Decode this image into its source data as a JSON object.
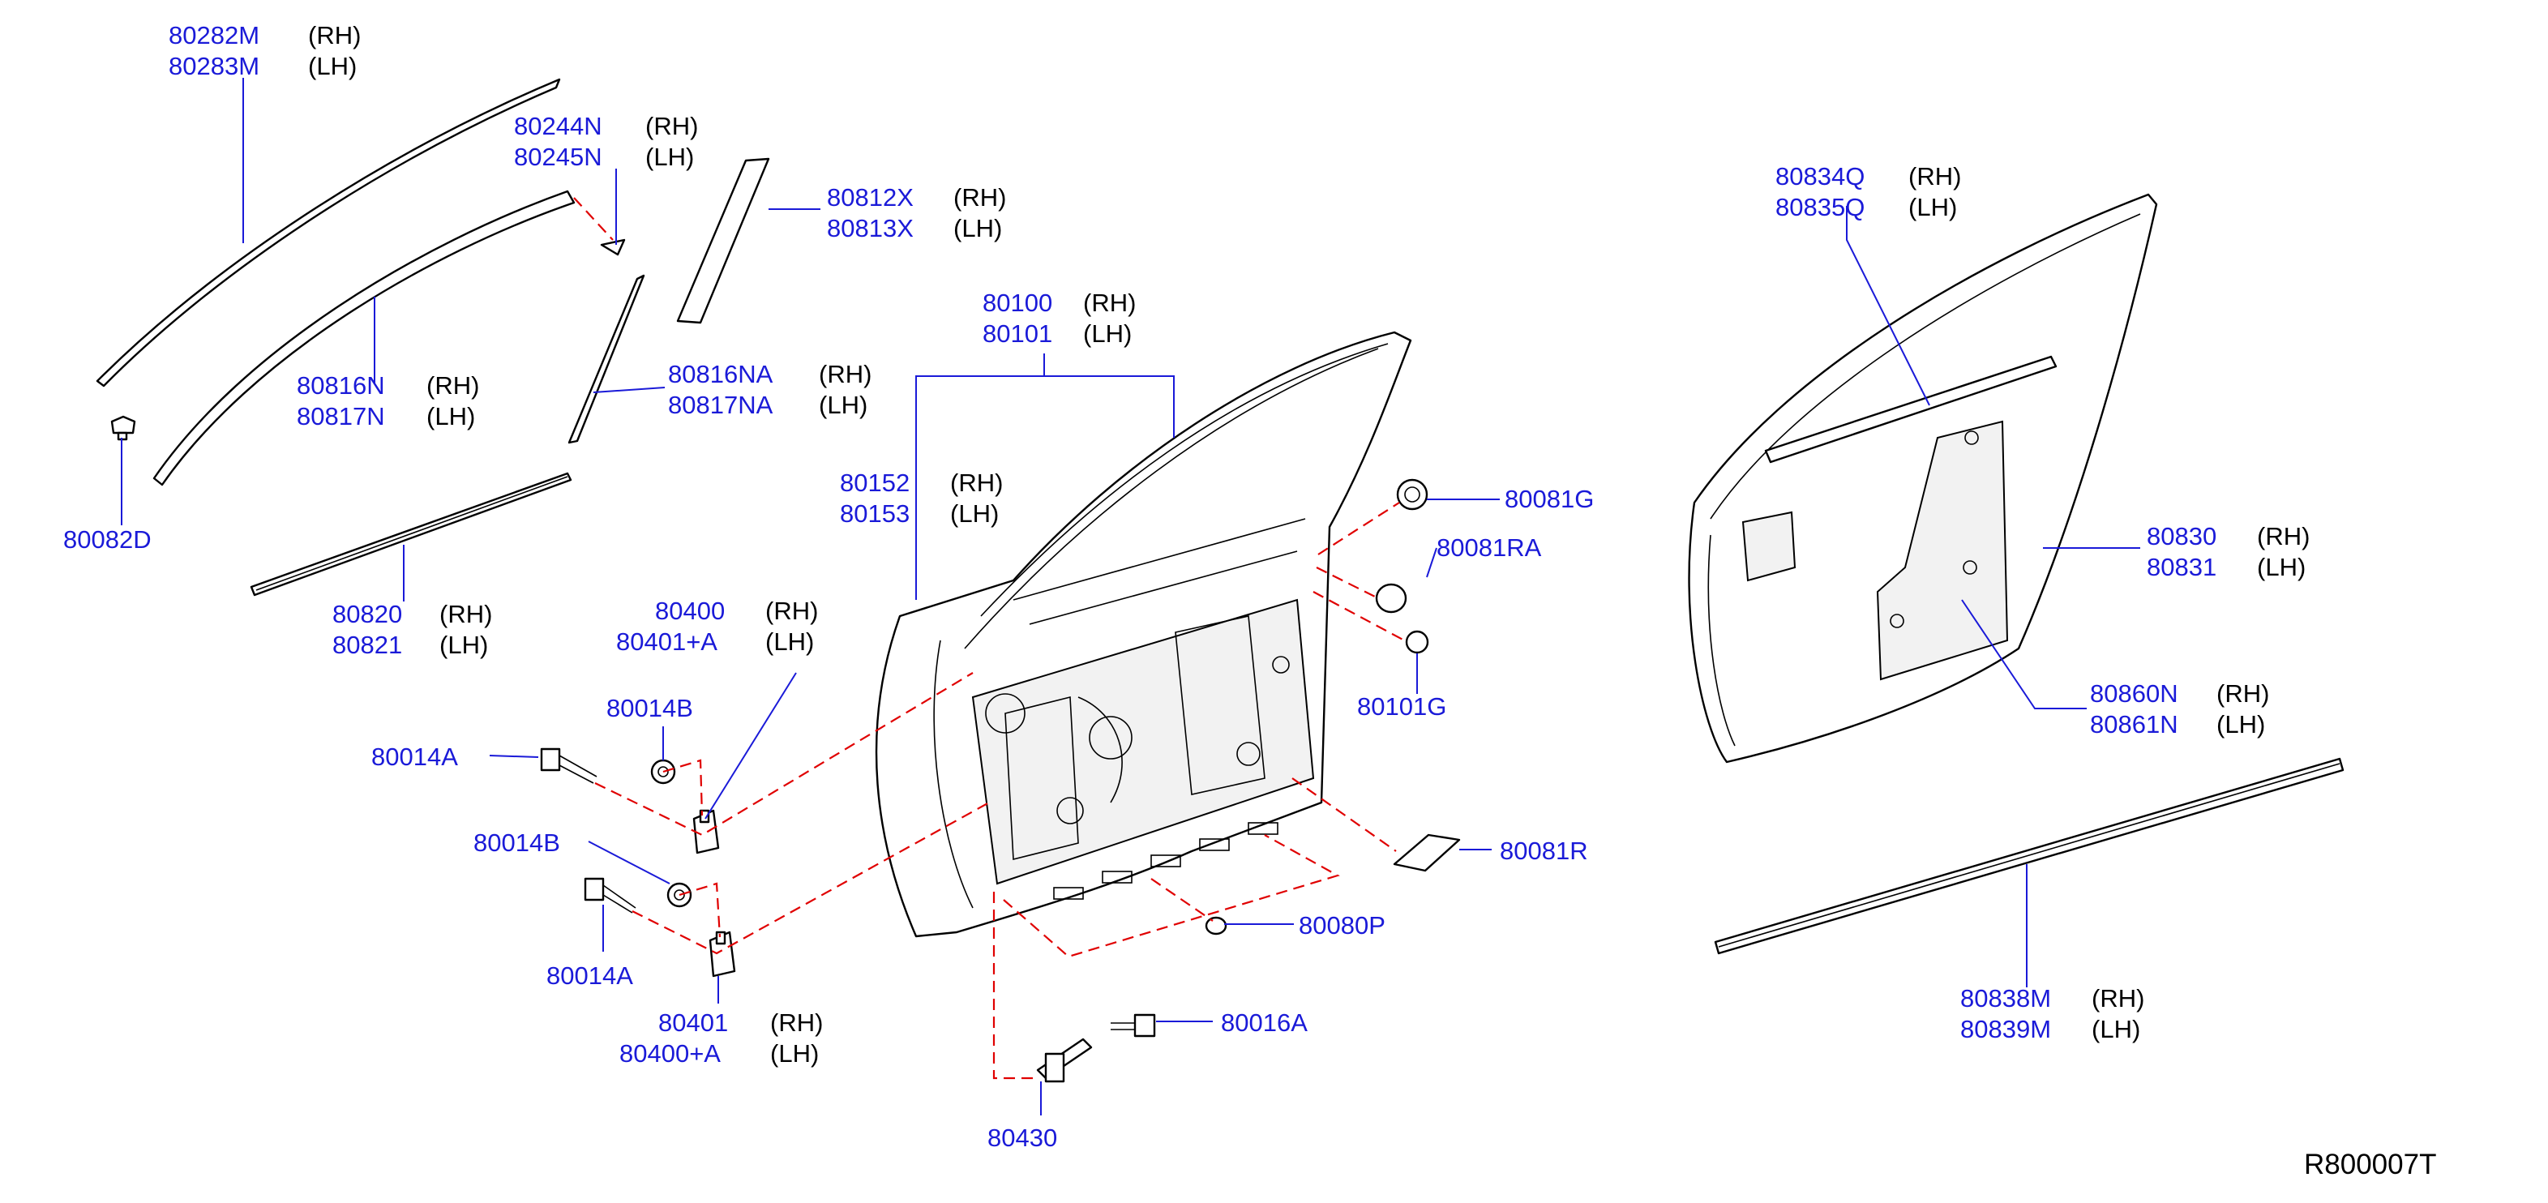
{
  "reference_code": "R800007T",
  "colors": {
    "part_number": "#1a1ad8",
    "leader_line": "#1a1ad8",
    "dashed_link": "#e00000",
    "drawing": "#000000"
  },
  "callouts": [
    {
      "id": "c80282",
      "parts": [
        "80282M",
        "80283M"
      ],
      "sides": [
        "(RH)",
        "(LH)"
      ]
    },
    {
      "id": "c80244",
      "parts": [
        "80244N",
        "80245N"
      ],
      "sides": [
        "(RH)",
        "(LH)"
      ]
    },
    {
      "id": "c80812",
      "parts": [
        "80812X",
        "80813X"
      ],
      "sides": [
        "(RH)",
        "(LH)"
      ]
    },
    {
      "id": "c80816",
      "parts": [
        "80816N",
        "80817N"
      ],
      "sides": [
        "(RH)",
        "(LH)"
      ]
    },
    {
      "id": "c80816na",
      "parts": [
        "80816NA",
        "80817NA"
      ],
      "sides": [
        "(RH)",
        "(LH)"
      ]
    },
    {
      "id": "c80082d",
      "parts": [
        "80082D"
      ],
      "sides": []
    },
    {
      "id": "c80820",
      "parts": [
        "80820",
        "80821"
      ],
      "sides": [
        "(RH)",
        "(LH)"
      ]
    },
    {
      "id": "c80100",
      "parts": [
        "80100",
        "80101"
      ],
      "sides": [
        "(RH)",
        "(LH)"
      ]
    },
    {
      "id": "c80152",
      "parts": [
        "80152",
        "80153"
      ],
      "sides": [
        "(RH)",
        "(LH)"
      ]
    },
    {
      "id": "c80400",
      "parts": [
        "80400",
        "80401+A"
      ],
      "sides": [
        "(RH)",
        "(LH)"
      ]
    },
    {
      "id": "c80014b1",
      "parts": [
        "80014B"
      ],
      "sides": []
    },
    {
      "id": "c80014a1",
      "parts": [
        "80014A"
      ],
      "sides": []
    },
    {
      "id": "c80014b2",
      "parts": [
        "80014B"
      ],
      "sides": []
    },
    {
      "id": "c80014a2",
      "parts": [
        "80014A"
      ],
      "sides": []
    },
    {
      "id": "c80401",
      "parts": [
        "80401",
        "80400+A"
      ],
      "sides": [
        "(RH)",
        "(LH)"
      ]
    },
    {
      "id": "c80430",
      "parts": [
        "80430"
      ],
      "sides": []
    },
    {
      "id": "c80016a",
      "parts": [
        "80016A"
      ],
      "sides": []
    },
    {
      "id": "c80080p",
      "parts": [
        "80080P"
      ],
      "sides": []
    },
    {
      "id": "c80081r",
      "parts": [
        "80081R"
      ],
      "sides": []
    },
    {
      "id": "c80101g",
      "parts": [
        "80101G"
      ],
      "sides": []
    },
    {
      "id": "c80081ra",
      "parts": [
        "80081RA"
      ],
      "sides": []
    },
    {
      "id": "c80081g",
      "parts": [
        "80081G"
      ],
      "sides": []
    },
    {
      "id": "c80834",
      "parts": [
        "80834Q",
        "80835Q"
      ],
      "sides": [
        "(RH)",
        "(LH)"
      ]
    },
    {
      "id": "c80830",
      "parts": [
        "80830",
        "80831"
      ],
      "sides": [
        "(RH)",
        "(LH)"
      ]
    },
    {
      "id": "c80860",
      "parts": [
        "80860N",
        "80861N"
      ],
      "sides": [
        "(RH)",
        "(LH)"
      ]
    },
    {
      "id": "c80838",
      "parts": [
        "80838M",
        "80839M"
      ],
      "sides": [
        "(RH)",
        "(LH)"
      ]
    }
  ]
}
